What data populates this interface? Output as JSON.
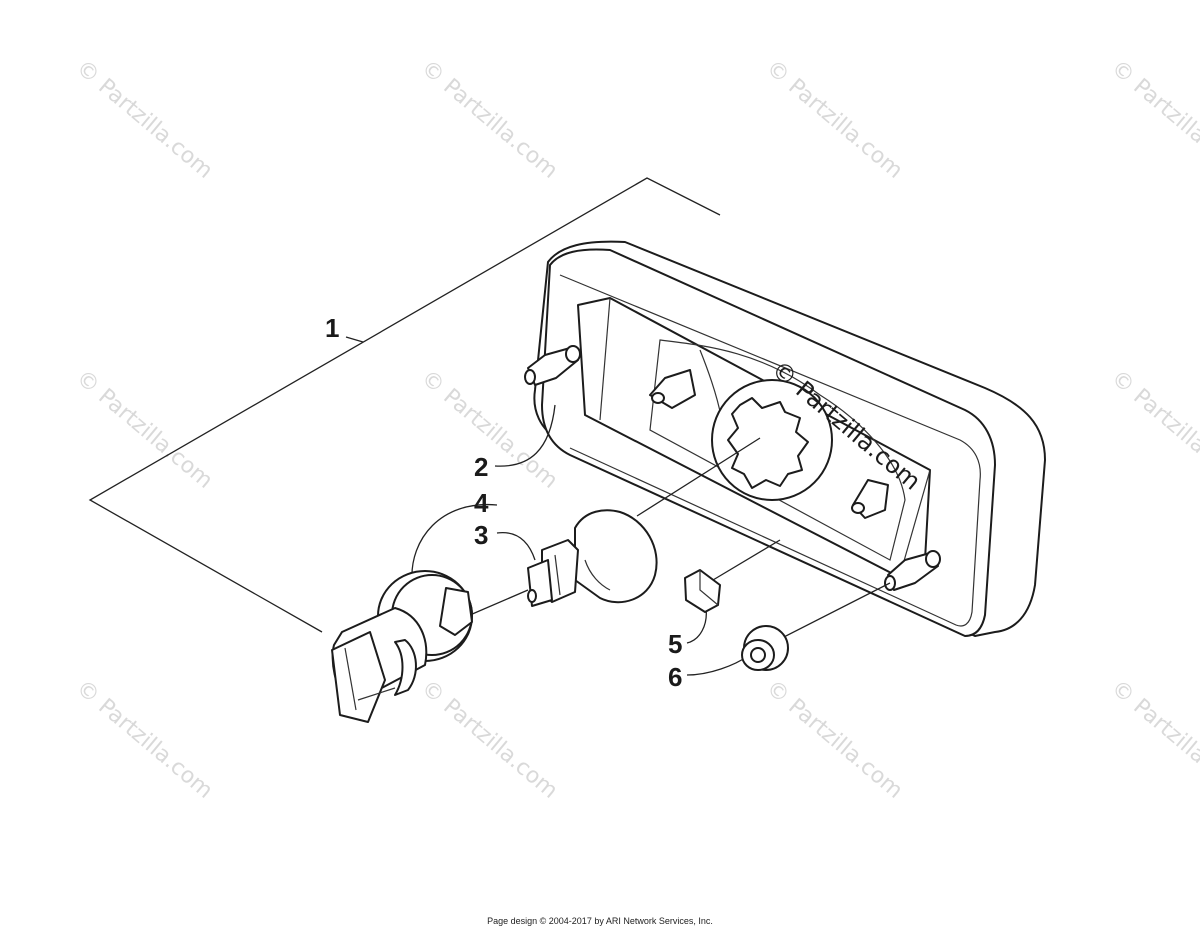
{
  "watermark": {
    "text": "© Partzilla.com",
    "color": "#d9d9d9"
  },
  "callouts": [
    {
      "id": "1",
      "label": "1"
    },
    {
      "id": "2",
      "label": "2"
    },
    {
      "id": "3",
      "label": "3"
    },
    {
      "id": "4",
      "label": "4"
    },
    {
      "id": "5",
      "label": "5"
    },
    {
      "id": "6",
      "label": "6"
    }
  ],
  "footer": {
    "text": "Page design © 2004-2017 by ARI Network Services, Inc."
  }
}
